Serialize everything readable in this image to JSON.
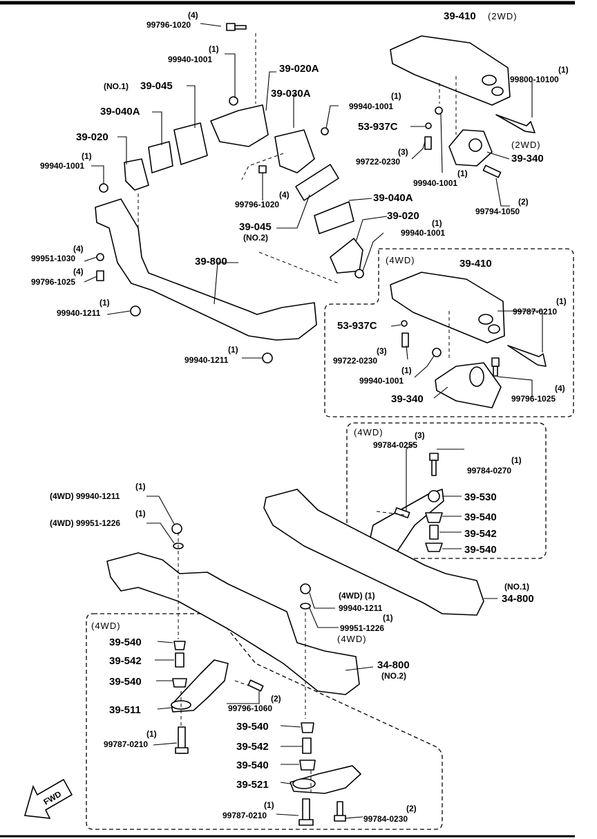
{
  "labels": {
    "p99796_1020_top": "99796-1020",
    "q99796_1020_top": "(4)",
    "p99940_1001_a": "99940-1001",
    "q99940_1001_a": "(1)",
    "p39_020A": "39-020A",
    "p39_045_no1": "39-045",
    "no1_a": "(NO.1)",
    "p39_030A": "39-030A",
    "p99940_1001_b": "99940-1001",
    "q99940_1001_b": "(1)",
    "p39_040A_a": "39-040A",
    "p39_020_a": "39-020",
    "p99940_1001_c": "99940-1001",
    "q99940_1001_c": "(1)",
    "p99796_1020_b": "99796-1020",
    "q99796_1020_b": "(4)",
    "p39_045_no2": "39-045",
    "no2_a": "(NO.2)",
    "p39_040A_b": "39-040A",
    "p39_020_b": "39-020",
    "p99940_1001_d": "99940-1001",
    "q99940_1001_d": "(1)",
    "p39_410_2wd": "39-410",
    "h_2wd_a": "(2WD)",
    "p99800_10100": "99800-10100",
    "q99800_10100": "(1)",
    "p53_937C_a": "53-937C",
    "p99722_0230_a": "99722-0230",
    "q99722_0230_a": "(3)",
    "h_2wd_b": "(2WD)",
    "p39_340_a": "39-340",
    "p99940_1001_e": "99940-1001",
    "q99940_1001_e": "(1)",
    "p99794_1050": "99794-1050",
    "q99794_1050": "(2)",
    "p99951_1030": "99951-1030",
    "q99951_1030": "(4)",
    "p99796_1025_a": "99796-1025",
    "q99796_1025_a": "(4)",
    "p99940_1211_a": "99940-1211",
    "q99940_1211_a": "(1)",
    "p39_800": "39-800",
    "p99940_1211_b": "99940-1211",
    "q99940_1211_b": "(1)",
    "h_4wd_a": "(4WD)",
    "p39_410_4wd": "39-410",
    "p99787_0210_a": "99787-0210",
    "q99787_0210_a": "(1)",
    "p53_937C_b": "53-937C",
    "p99722_0230_b": "99722-0230",
    "q99722_0230_b": "(3)",
    "p99940_1001_f": "99940-1001",
    "q99940_1001_f": "(1)",
    "p39_340_b": "39-340",
    "p99796_1025_b": "99796-1025",
    "q99796_1025_b": "(4)",
    "h_4wd_b": "(4WD)",
    "p99784_0255": "99784-0255",
    "q99784_0255": "(3)",
    "p99784_0270": "99784-0270",
    "q99784_0270": "(1)",
    "p39_530": "39-530",
    "p39_540_a": "39-540",
    "p39_542_a": "39-542",
    "p39_540_b": "39-540",
    "p99940_1211_c": "(4WD) 99940-1211",
    "q99940_1211_c": "(1)",
    "p99951_1226_a": "(4WD) 99951-1226",
    "q99951_1226_a": "(1)",
    "p34_800_no1": "34-800",
    "no1_b": "(NO.1)",
    "p99940_1211_d": "99940-1211",
    "q99940_1211_d": "(4WD)  (1)",
    "p99951_1226_b": "99951-1226",
    "q99951_1226_b": "(1)",
    "h_4wd_c": "(4WD)",
    "p34_800_no2": "34-800",
    "no2_b": "(NO.2)",
    "h_4wd_d": "(4WD)",
    "p39_540_c": "39-540",
    "p39_542_b": "39-542",
    "p39_540_d": "39-540",
    "p39_511": "39-511",
    "p99796_1060": "99796-1060",
    "q99796_1060": "(2)",
    "p99787_0210_b": "99787-0210",
    "q99787_0210_b": "(1)",
    "p39_540_e": "39-540",
    "p39_542_c": "39-542",
    "p39_540_f": "39-540",
    "p39_521": "39-521",
    "p99787_0210_c": "99787-0210",
    "q99787_0210_c": "(1)",
    "p99784_0230": "99784-0230",
    "q99784_0230": "(2)",
    "fwd": "FWD"
  }
}
